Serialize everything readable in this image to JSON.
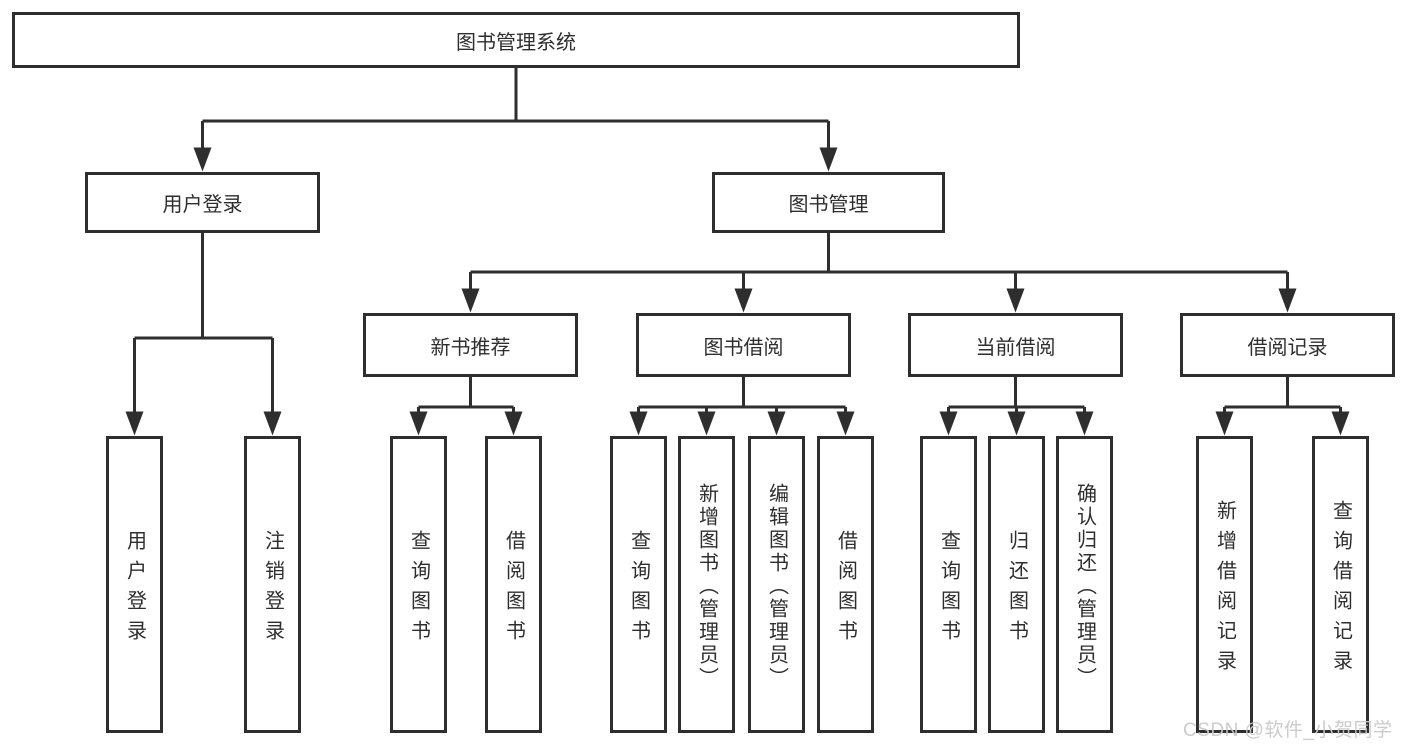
{
  "diagram": {
    "type": "tree",
    "root": "图书管理系统",
    "level2": [
      "用户登录",
      "图书管理"
    ],
    "headers": [
      "新书推荐",
      "图书借阅",
      "当前借阅",
      "借阅记录"
    ],
    "leaves": [
      "用户登录",
      "注销登录",
      "查询图书",
      "借阅图书",
      "查询图书",
      "新增图书（管理员）",
      "编辑图书（管理员）",
      "借阅图书",
      "查询图书",
      "归还图书",
      "确认归还（管理员）",
      "新增借阅记录",
      "查询借阅记录"
    ],
    "structure": {
      "图书管理系统": [
        "用户登录",
        "图书管理"
      ],
      "用户登录": [
        "用户登录",
        "注销登录"
      ],
      "图书管理": [
        "新书推荐",
        "图书借阅",
        "当前借阅",
        "借阅记录"
      ],
      "新书推荐": [
        "查询图书",
        "借阅图书"
      ],
      "图书借阅": [
        "查询图书",
        "新增图书（管理员）",
        "编辑图书（管理员）",
        "借阅图书"
      ],
      "当前借阅": [
        "查询图书",
        "归还图书",
        "确认归还（管理员）"
      ],
      "借阅记录": [
        "新增借阅记录",
        "查询借阅记录"
      ]
    }
  },
  "watermark": "CSDN @软件_小贺同学",
  "colors": {
    "line": "#2e2e2e",
    "box_border": "#2e2e2e",
    "background": "#ffffff",
    "watermark_text": "#c9c9c9"
  }
}
